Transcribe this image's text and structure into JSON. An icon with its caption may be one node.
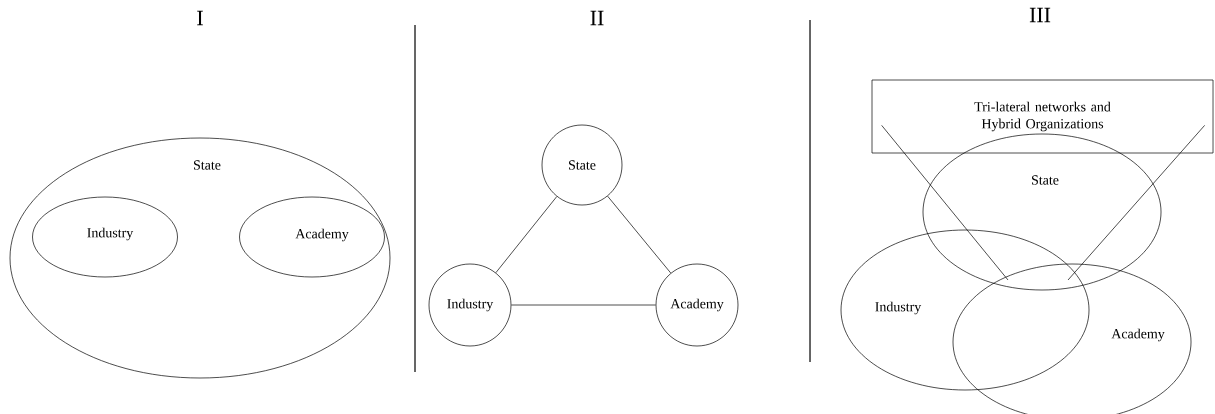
{
  "diagram": {
    "nodes": [
      {
        "text": [
          "State"
        ]
      },
      {
        "text": [
          "Industry"
        ],
        "in": 0
      },
      {
        "text": [
          "Academy"
        ],
        "in": 0
      },
      {
        "text": [
          "State"
        ]
      },
      {
        "text": [
          "Industry"
        ]
      },
      {
        "text": [
          "Academy"
        ]
      },
      {
        "text": [
          "Tri-lateral networks and Hybrid Organizations"
        ]
      },
      {
        "text": [
          "State"
        ]
      },
      {
        "text": [
          "Industry"
        ]
      },
      {
        "text": [
          "Academy"
        ]
      }
    ],
    "edges": [
      {
        "from": 3,
        "to": 4,
        "arrow": "none"
      },
      {
        "from": 3,
        "to": 5,
        "arrow": "none"
      },
      {
        "from": 4,
        "to": 5,
        "arrow": "none"
      },
      {
        "from": 6,
        "to": 7,
        "arrow": "none"
      },
      {
        "from": 6,
        "to": 7,
        "arrow": "none"
      }
    ],
    "labels": [
      "I",
      "II",
      "III"
    ]
  }
}
